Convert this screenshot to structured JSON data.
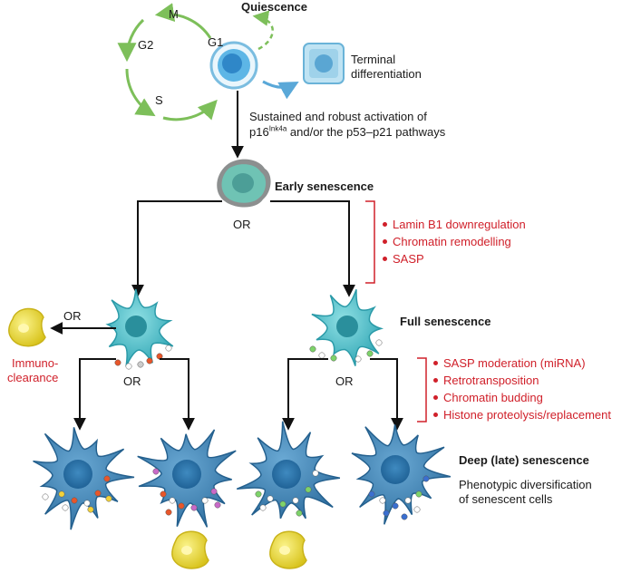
{
  "cycle": {
    "phase_m": "M",
    "phase_g1": "G1",
    "phase_g2": "G2",
    "phase_s": "S",
    "quiescence": "Quiescence",
    "terminal_line1": "Terminal",
    "terminal_line2": "differentiation"
  },
  "activation": {
    "line1": "Sustained and robust activation of",
    "line2_prefix": "p16",
    "line2_sup": "Ink4a",
    "line2_suffix": " and/or the p53–p21 pathways"
  },
  "stages": {
    "early": "Early senescence",
    "full": "Full senescence",
    "deep": "Deep (late) senescence",
    "deep_desc_line1": "Phenotypic diversification",
    "deep_desc_line2": "of senescent cells"
  },
  "or_labels": {
    "early_split": "OR",
    "immuno": "OR",
    "left_split": "OR",
    "right_split": "OR"
  },
  "immunoclearance": {
    "line1": "Immuno-",
    "line2": "clearance"
  },
  "early_features": [
    "Lamin B1 downregulation",
    "Chromatin remodelling",
    "SASP"
  ],
  "full_features": [
    "SASP moderation (miRNA)",
    "Retrotransposition",
    "Chromatin budding",
    "Histone proteolysis/replacement"
  ],
  "colors": {
    "cycle_arrow": "#7dbf5a",
    "feature_text": "#d0202a",
    "senescent_cell": "#4a86b5",
    "full_cell": "#4fc0c8",
    "immune_cell": "#f2e33a",
    "differentiation_arrow": "#5aa8d8"
  }
}
